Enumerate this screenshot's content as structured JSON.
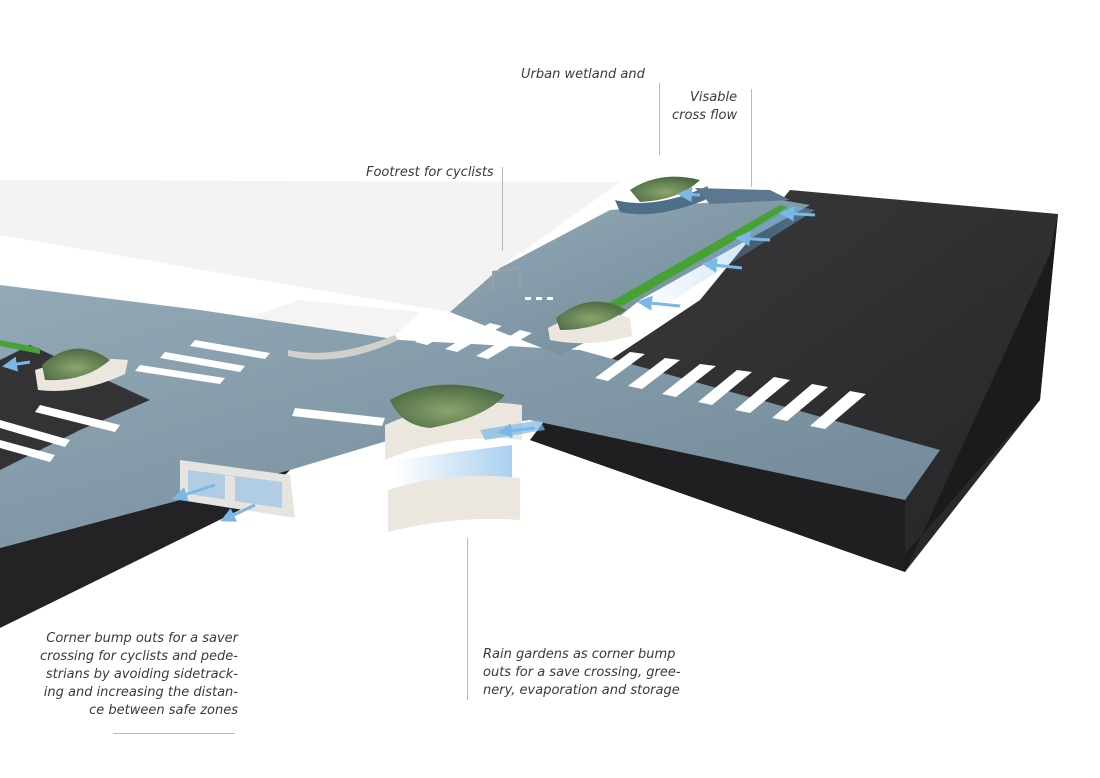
{
  "annotations": {
    "urban_wetland": "Urban wetland and",
    "cross_flow": "Visable\ncross flow",
    "footrest": "Footrest for cyclists",
    "corner_bumpouts": "Corner bump outs for a saver\ncrossing for cyclists and pede-\nstrians by avoiding sidetrack-\ning and increasing the distan-\nce between safe zones",
    "rain_gardens": "Rain gardens as corner bump\nouts for a save crossing, gree-\nnery, evaporation and storage"
  },
  "colors": {
    "asphalt": "#2f2f31",
    "asphalt_side": "#1f1f21",
    "street_surface": "#7f97a6",
    "sidewalk": "#ecedeb",
    "bike_lane": "#47a236",
    "water_arrow": "#7bb8e6",
    "planter": "#ebe7de",
    "vegetation": "#6c8a58"
  }
}
